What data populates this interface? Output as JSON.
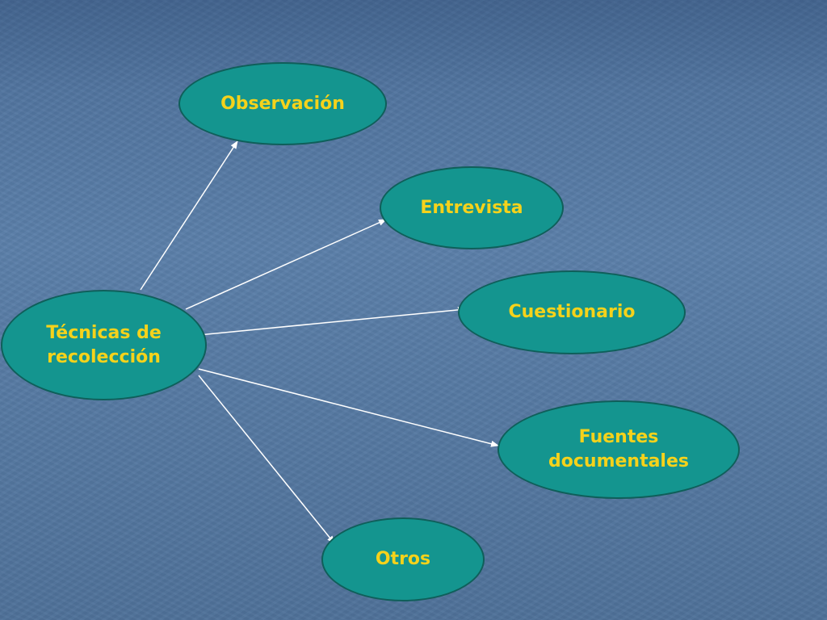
{
  "diagram": {
    "center": {
      "line1": "Técnicas de",
      "line2": "recolección"
    },
    "nodes": {
      "observacion": "Observación",
      "entrevista": "Entrevista",
      "cuestionario": "Cuestionario",
      "fuentes_line1": "Fuentes",
      "fuentes_line2": "documentales",
      "otros": "Otros"
    }
  },
  "colors": {
    "background": "#5577a2",
    "node_fill": "#14958f",
    "node_border": "#0f5f5a",
    "node_text": "#f5d21b",
    "arrow": "#ffffff"
  }
}
